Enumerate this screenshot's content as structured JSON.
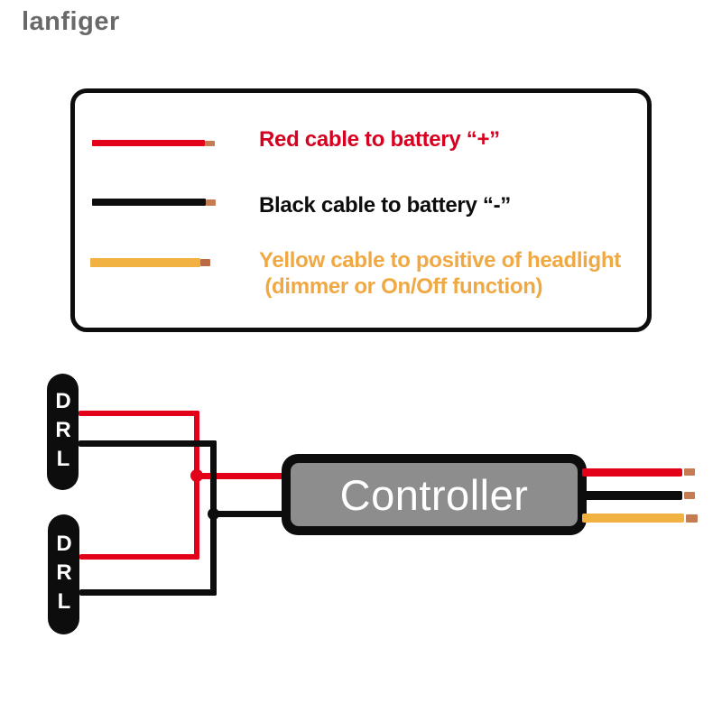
{
  "watermark": {
    "text": "lanfiger",
    "color": "#696969"
  },
  "legend": {
    "items": [
      {
        "id": "red",
        "label": "Red cable to battery “+”",
        "wire_color": "#e30019",
        "tip_color": "#c57c53",
        "label_color": "#d50120"
      },
      {
        "id": "black",
        "label": "Black cable to battery “-”",
        "wire_color": "#0d0d0d",
        "tip_color": "#c57c53",
        "label_color": "#0d0d0d"
      },
      {
        "id": "yellow",
        "label_line1": "Yellow cable to positive of headlight",
        "label_line2": " (dimmer or On/Off function)",
        "wire_color": "#f2b242",
        "tip_color": "#bb6b44",
        "label_color": "#f0a843"
      }
    ]
  },
  "diagram": {
    "drl_top_label": "DRL",
    "drl_bottom_label": "DRL",
    "controller_label": "Controller",
    "controller_fill": "#8d8d8d",
    "wire_red": "#e30019",
    "wire_black": "#0d0d0d",
    "wire_yellow": "#f2b242",
    "tip_copper": "#c57c53"
  }
}
